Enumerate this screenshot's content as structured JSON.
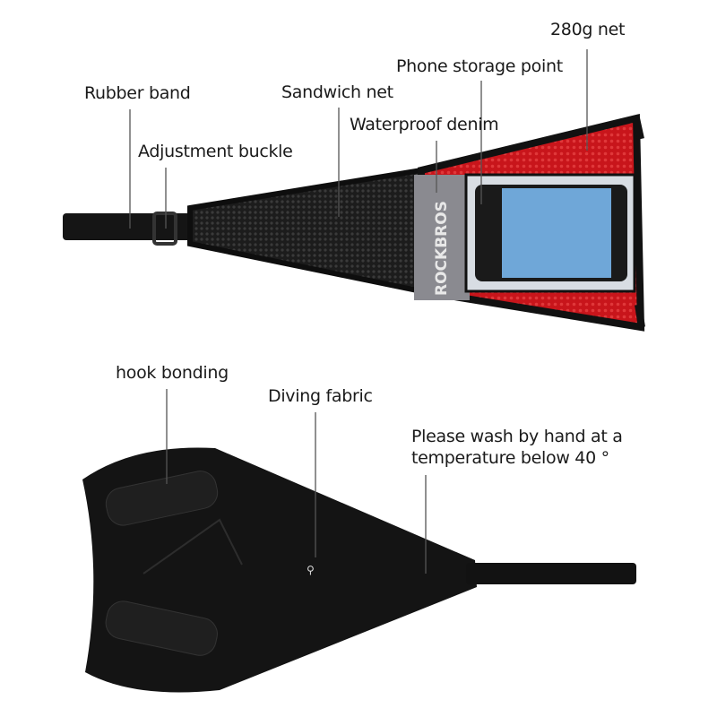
{
  "labels": {
    "rubber_band": "Rubber band",
    "adjustment_buckle": "Adjustment buckle",
    "sandwich_net": "Sandwich net",
    "waterproof_denim": "Waterproof denim",
    "phone_storage_point": "Phone storage point",
    "net_280g": "280g net",
    "hook_bonding": "hook bonding",
    "diving_fabric": "Diving fabric",
    "wash_line1": "Please wash by hand at a",
    "wash_line2": "temperature below 40 °"
  },
  "brand": "ROCKBROS",
  "colors": {
    "red_net": "#c8151b",
    "black": "#111111",
    "denim_gray": "#8a8a90",
    "mesh": "#2a2a2a"
  }
}
